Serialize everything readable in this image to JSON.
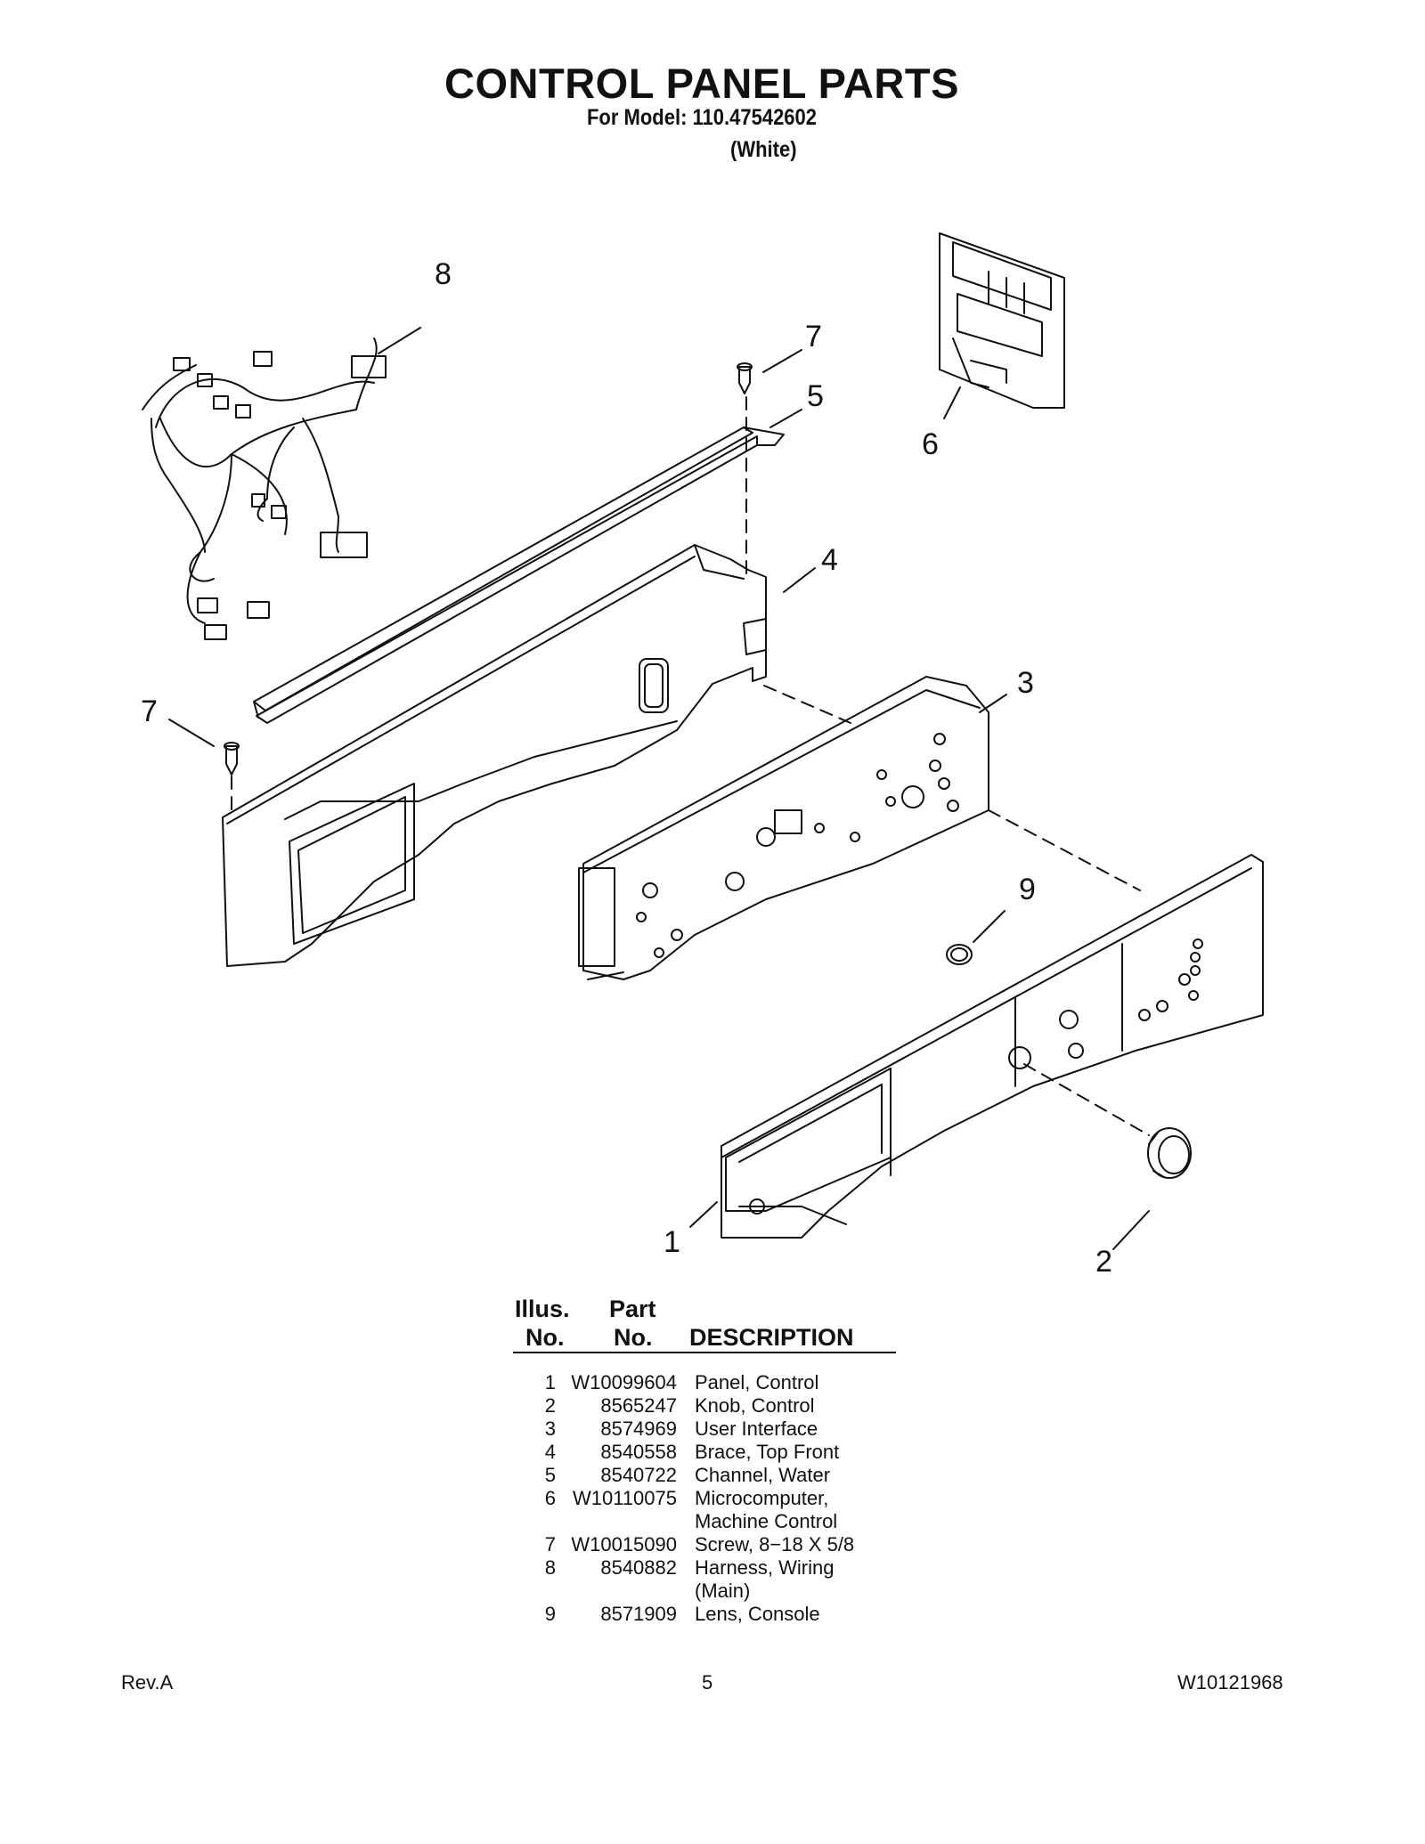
{
  "header": {
    "title": "CONTROL PANEL PARTS",
    "model_line": "For Model: 110.47542602",
    "color_line": "(White)"
  },
  "diagram": {
    "callouts": [
      "8",
      "7",
      "5",
      "6",
      "4",
      "3",
      "7",
      "9",
      "1",
      "2"
    ]
  },
  "parts_table": {
    "headers": {
      "illus_top": "Illus.",
      "illus_bottom": "No.",
      "part_top": "Part",
      "part_bottom": "No.",
      "description": "DESCRIPTION"
    },
    "rows": [
      {
        "illus": "1",
        "part": "W10099604",
        "desc": "Panel, Control"
      },
      {
        "illus": "2",
        "part": "8565247",
        "desc": "Knob, Control"
      },
      {
        "illus": "3",
        "part": "8574969",
        "desc": "User Interface"
      },
      {
        "illus": "4",
        "part": "8540558",
        "desc": "Brace, Top Front"
      },
      {
        "illus": "5",
        "part": "8540722",
        "desc": "Channel, Water"
      },
      {
        "illus": "6",
        "part": "W10110075",
        "desc": "Microcomputer,"
      },
      {
        "illus": "",
        "part": "",
        "desc": "Machine Control"
      },
      {
        "illus": "7",
        "part": "W10015090",
        "desc": "Screw, 8−18 X 5/8"
      },
      {
        "illus": "8",
        "part": "8540882",
        "desc": "Harness, Wiring"
      },
      {
        "illus": "",
        "part": "",
        "desc": "(Main)"
      },
      {
        "illus": "9",
        "part": "8571909",
        "desc": "Lens, Console"
      }
    ]
  },
  "footer": {
    "revision": "Rev.A",
    "page_number": "5",
    "document_number": "W10121968"
  }
}
